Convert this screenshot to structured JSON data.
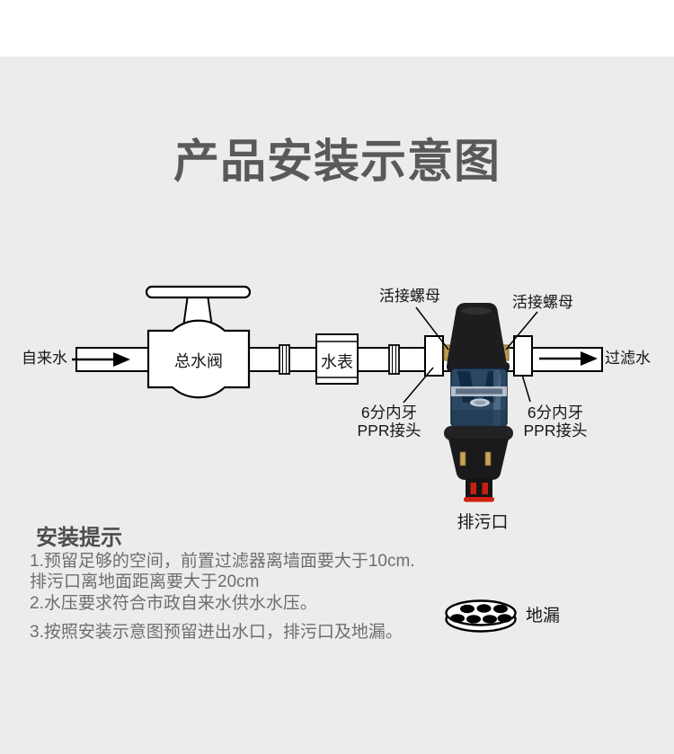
{
  "page": {
    "title": "产品安装示意图",
    "bg_color": "#ececec",
    "accent_red": "#cf2010",
    "brass_color": "#bb9a4e",
    "filter_blue": "#2b4863"
  },
  "diagram": {
    "inlet_label": "自来水",
    "outlet_label": "过滤水",
    "valve_label": "总水阀",
    "meter_label": "水表",
    "union_nut_left_label": "活接螺母",
    "union_nut_right_label": "活接螺母",
    "ppr_left_line1": "6分内牙",
    "ppr_left_line2": "PPR接头",
    "ppr_right_line1": "6分内牙",
    "ppr_right_line2": "PPR接头",
    "drain_outlet_label": "排污口",
    "floor_drain_label": "地漏"
  },
  "tips": {
    "heading": "安装提示",
    "items": [
      {
        "line1": "1.预留足够的空间，前置过滤器离墙面要大于10cm.",
        "line2": "排污口离地面距离要大于20cm"
      },
      {
        "line1": "2.水压要求符合市政自来水供水水压。"
      },
      {
        "line1": "3.按照安装示意图预留进出水口，排污口及地漏。"
      }
    ]
  }
}
